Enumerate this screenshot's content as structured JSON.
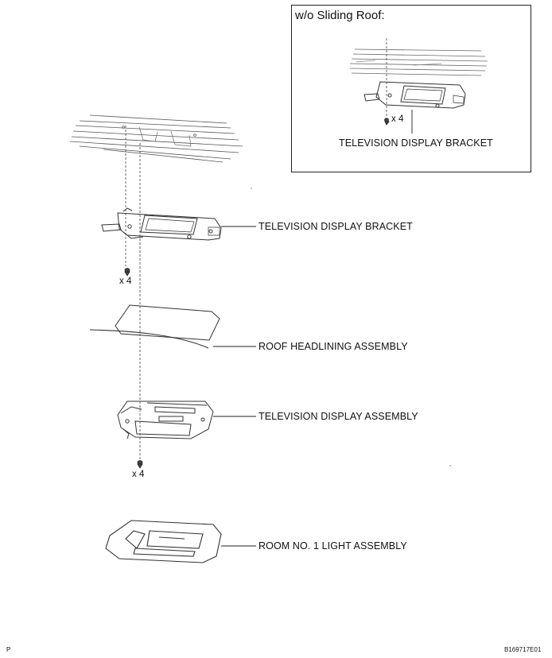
{
  "inset": {
    "title": "w/o Sliding Roof:",
    "qty": "x 4",
    "label": "TELEVISION DISPLAY BRACKET"
  },
  "parts": {
    "bracket": {
      "label": "TELEVISION DISPLAY BRACKET",
      "qty": "x 4"
    },
    "headlining": {
      "label": "ROOF HEADLINING ASSEMBLY"
    },
    "display": {
      "label": "TELEVISION DISPLAY ASSEMBLY",
      "qty": "x 4"
    },
    "light": {
      "label": "ROOM NO. 1 LIGHT ASSEMBLY"
    }
  },
  "footer": {
    "left_mark": "P",
    "figure_code": "B169717E01"
  }
}
